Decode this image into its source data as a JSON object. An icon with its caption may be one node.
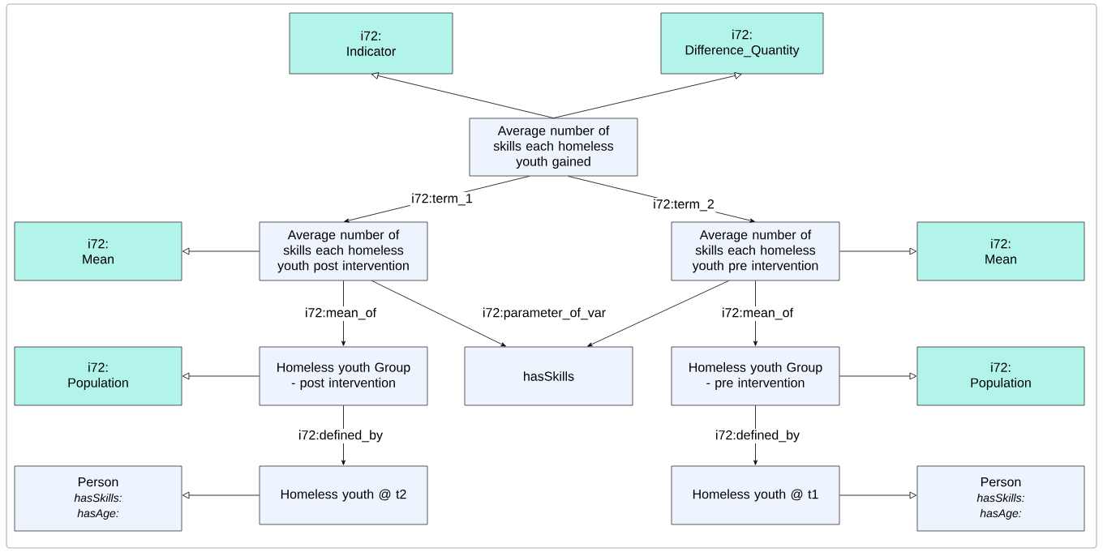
{
  "diagram": {
    "nodes": [
      {
        "text": [
          "i72: Indicator"
        ]
      },
      {
        "text": [
          "i72: Difference_Quantity"
        ]
      },
      {
        "text": [
          "Average number of skills each homeless youth gained"
        ]
      },
      {
        "text": [
          "i72: Mean"
        ]
      },
      {
        "text": [
          "Average number of skills each homeless youth post intervention"
        ]
      },
      {
        "text": [
          "Average number of skills each homeless youth pre intervention"
        ]
      },
      {
        "text": [
          "i72: Mean"
        ]
      },
      {
        "text": [
          "i72: Population"
        ]
      },
      {
        "text": [
          "Homeless youth Group - post intervention"
        ]
      },
      {
        "text": [
          "hasSkills"
        ]
      },
      {
        "text": [
          "Homeless youth Group - pre intervention"
        ]
      },
      {
        "text": [
          "i72: Population"
        ]
      },
      {
        "text": [
          "Person",
          "hasSkills:",
          "hasAge:"
        ]
      },
      {
        "text": [
          "Homeless youth @ t2"
        ]
      },
      {
        "text": [
          "Homeless youth @ t1"
        ]
      },
      {
        "text": [
          "Person",
          "hasSkills:",
          "hasAge:"
        ]
      }
    ],
    "edges": [
      {
        "from": 2,
        "to": 0,
        "arrow": "to"
      },
      {
        "from": 2,
        "to": 1,
        "arrow": "to"
      },
      {
        "from": 2,
        "to": 4,
        "arrow": "to",
        "label": "i72:term_1"
      },
      {
        "from": 2,
        "to": 5,
        "arrow": "to",
        "label": "i72:term_2"
      },
      {
        "from": 4,
        "to": 3,
        "arrow": "to"
      },
      {
        "from": 5,
        "to": 6,
        "arrow": "to"
      },
      {
        "from": 4,
        "to": 8,
        "arrow": "to",
        "label": "i72:mean_of"
      },
      {
        "from": 4,
        "to": 9,
        "arrow": "to",
        "label": "i72:parameter_of_var"
      },
      {
        "from": 5,
        "to": 9,
        "arrow": "to"
      },
      {
        "from": 5,
        "to": 10,
        "arrow": "to",
        "label": "i72:mean_of"
      },
      {
        "from": 8,
        "to": 7,
        "arrow": "to"
      },
      {
        "from": 10,
        "to": 11,
        "arrow": "to"
      },
      {
        "from": 8,
        "to": 13,
        "arrow": "to",
        "label": "i72:defined_by"
      },
      {
        "from": 10,
        "to": 14,
        "arrow": "to",
        "label": "i72:defined_by"
      },
      {
        "from": 13,
        "to": 12,
        "arrow": "to"
      },
      {
        "from": 14,
        "to": 15,
        "arrow": "to"
      }
    ]
  }
}
